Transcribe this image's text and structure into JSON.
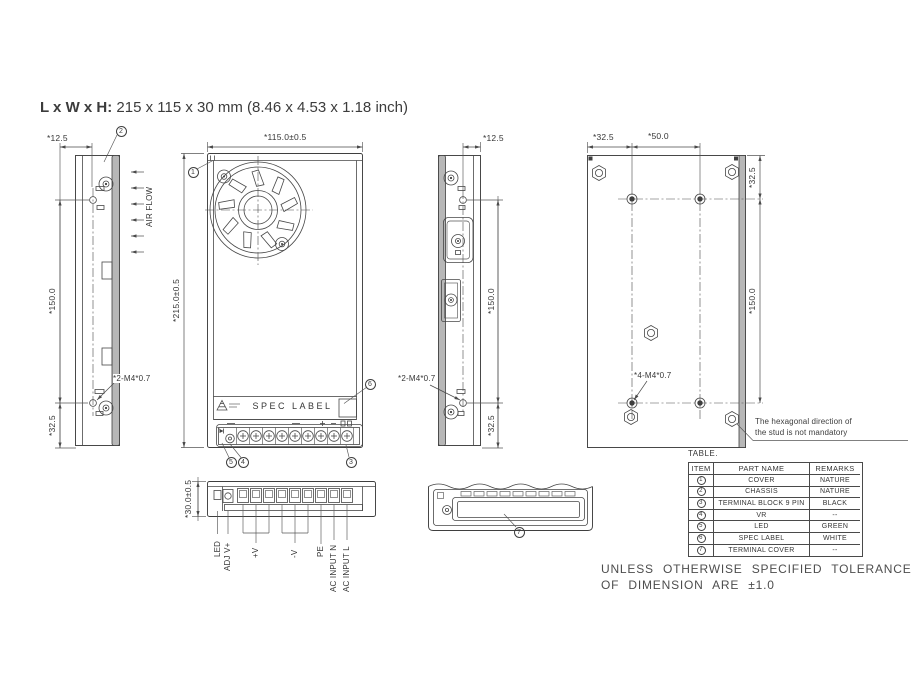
{
  "title": {
    "dims_label": "L x W x H:",
    "dims_value": "215 x 115 x 30 mm (8.46 x 4.53 x 1.18 inch)"
  },
  "views": {
    "left_side": {
      "dim_depth": "*12.5",
      "dim_mount_pitch": "*150.0",
      "dim_bottom_offset": "*32.5",
      "thread_spec": "*2-M4*0.7",
      "airflow": "AIR FLOW",
      "callout_chassis": "2"
    },
    "front": {
      "dim_width": "*115.0±0.5",
      "dim_height": "*215.0±0.5",
      "spec_label": "SPEC LABEL",
      "callout_cover": "1",
      "callout_spec_label": "6",
      "callout_led": "5",
      "callout_vr": "4",
      "callout_terminal_block": "3"
    },
    "right_side": {
      "dim_depth": "*12.5",
      "dim_mount_pitch": "*150.0",
      "dim_bottom_offset": "*32.5",
      "thread_spec": "*2-M4*0.7"
    },
    "back": {
      "dim_edge_offset": "*32.5",
      "dim_stud_pitch": "*50.0",
      "dim_top_offset": "*32.5",
      "dim_mount_pitch": "*150.0",
      "thread_spec": "*4-M4*0.7",
      "stud_note_line1": "The hexagonal direction of",
      "stud_note_line2": "the stud is not mandatory"
    },
    "bottom": {
      "dim_thickness": "*30.0±0.5",
      "terminals": [
        "LED",
        "ADJ V+",
        "+V",
        "-V",
        "PE",
        "AC INPUT N",
        "AC INPUT L"
      ]
    },
    "bottom_covered": {
      "callout_terminal_cover": "7"
    }
  },
  "table": {
    "caption": "TABLE.",
    "headers": [
      "ITEM",
      "PART NAME",
      "REMARKS"
    ],
    "rows": [
      {
        "item": "1",
        "part": "COVER",
        "remark": "NATURE"
      },
      {
        "item": "2",
        "part": "CHASSIS",
        "remark": "NATURE"
      },
      {
        "item": "3",
        "part": "TERMINAL BLOCK 9 PIN",
        "remark": "BLACK"
      },
      {
        "item": "4",
        "part": "VR",
        "remark": "--"
      },
      {
        "item": "5",
        "part": "LED",
        "remark": "GREEN"
      },
      {
        "item": "6",
        "part": "SPEC LABEL",
        "remark": "WHITE"
      },
      {
        "item": "7",
        "part": "TERMINAL COVER",
        "remark": "--"
      }
    ]
  },
  "notes": {
    "tolerance_line1": "UNLESS OTHERWISE SPECIFIED TOLERANCE",
    "tolerance_line2": "OF DIMENSION ARE ±1.0"
  }
}
